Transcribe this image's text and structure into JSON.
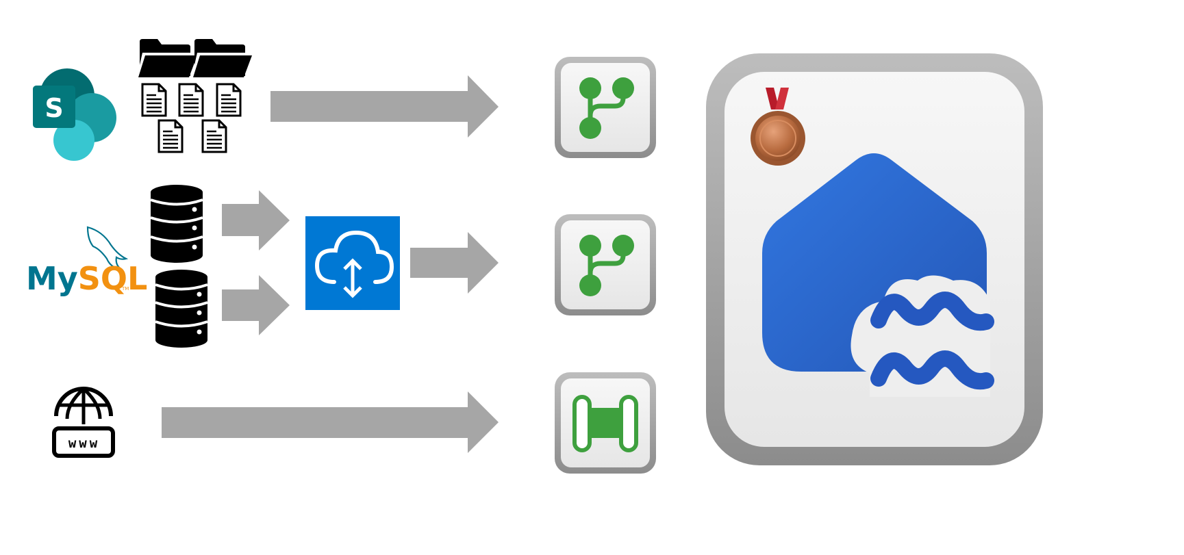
{
  "sources": {
    "sharepoint": {
      "letter": "S"
    },
    "mysql": {
      "label_my": "My",
      "label_sql": "SQL",
      "trademark": "TM"
    },
    "web": {
      "label": "www"
    }
  },
  "icons": {
    "sharepoint": "sharepoint-icon",
    "folder": "folder-icon",
    "document": "document-icon",
    "mysql": "mysql-logo",
    "database": "database-icon",
    "gateway": "cloud-upload-download-icon",
    "web": "globe-www-icon",
    "pipeline": "branch-pipeline-icon",
    "dataflow": "dataflow-icon",
    "lakehouse": "lakehouse-icon",
    "medal": "bronze-medal-icon",
    "arrow": "arrow-icon"
  },
  "colors": {
    "sharepoint_dark": "#036c70",
    "sharepoint_teal": "#1a9ba1",
    "sharepoint_light": "#37c6d0",
    "mysql_blue": "#00758f",
    "mysql_orange": "#f29111",
    "gateway_blue": "#0078d4",
    "pipeline_green": "#3ea03e",
    "lakehouse_blue": "#2d6fd6",
    "bronze": "#b86b3f",
    "ribbon_red": "#b81c2a",
    "arrow_gray": "#a6a6a6"
  }
}
